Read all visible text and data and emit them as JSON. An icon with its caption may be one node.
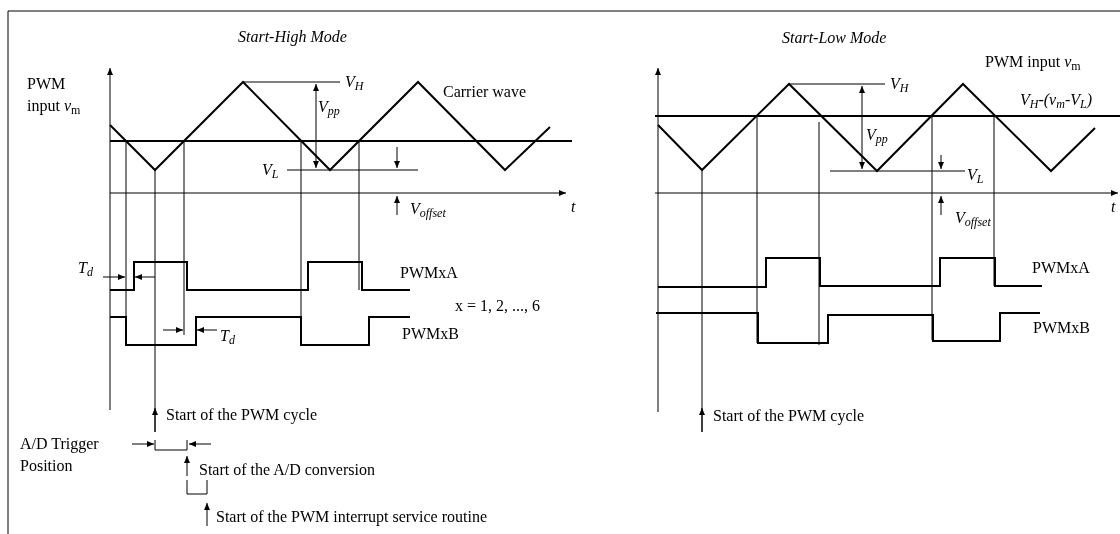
{
  "diagram": {
    "labels": [
      "Start-High Mode",
      "Start-Low Mode",
      "PWM input *v*$_{m}$",
      "V$_{H}$",
      "Carrier wave",
      "V$_{H}$",
      "PWM input *v*$_{m}$",
      "V$_{pp}$",
      "V$_{H}$-(v$_{m}$-V$_{L}$)",
      "V$_{pp}$",
      "V$_{L}$",
      "V$_{L}$",
      "t",
      "t",
      "V$_{offset}$",
      "V$_{offset}$",
      "T$_{d}$",
      "PWMxA",
      "PWMxA",
      "x = 1, 2, ..., 6",
      "T$_{d}$",
      "PWMxB",
      "PWMxB",
      "Start of the PWM cycle",
      "Start of the PWM cycle",
      "A/D Trigger Position",
      "Start of the A/D conversion",
      "Start of the PWM interrupt service routine"
    ]
  }
}
